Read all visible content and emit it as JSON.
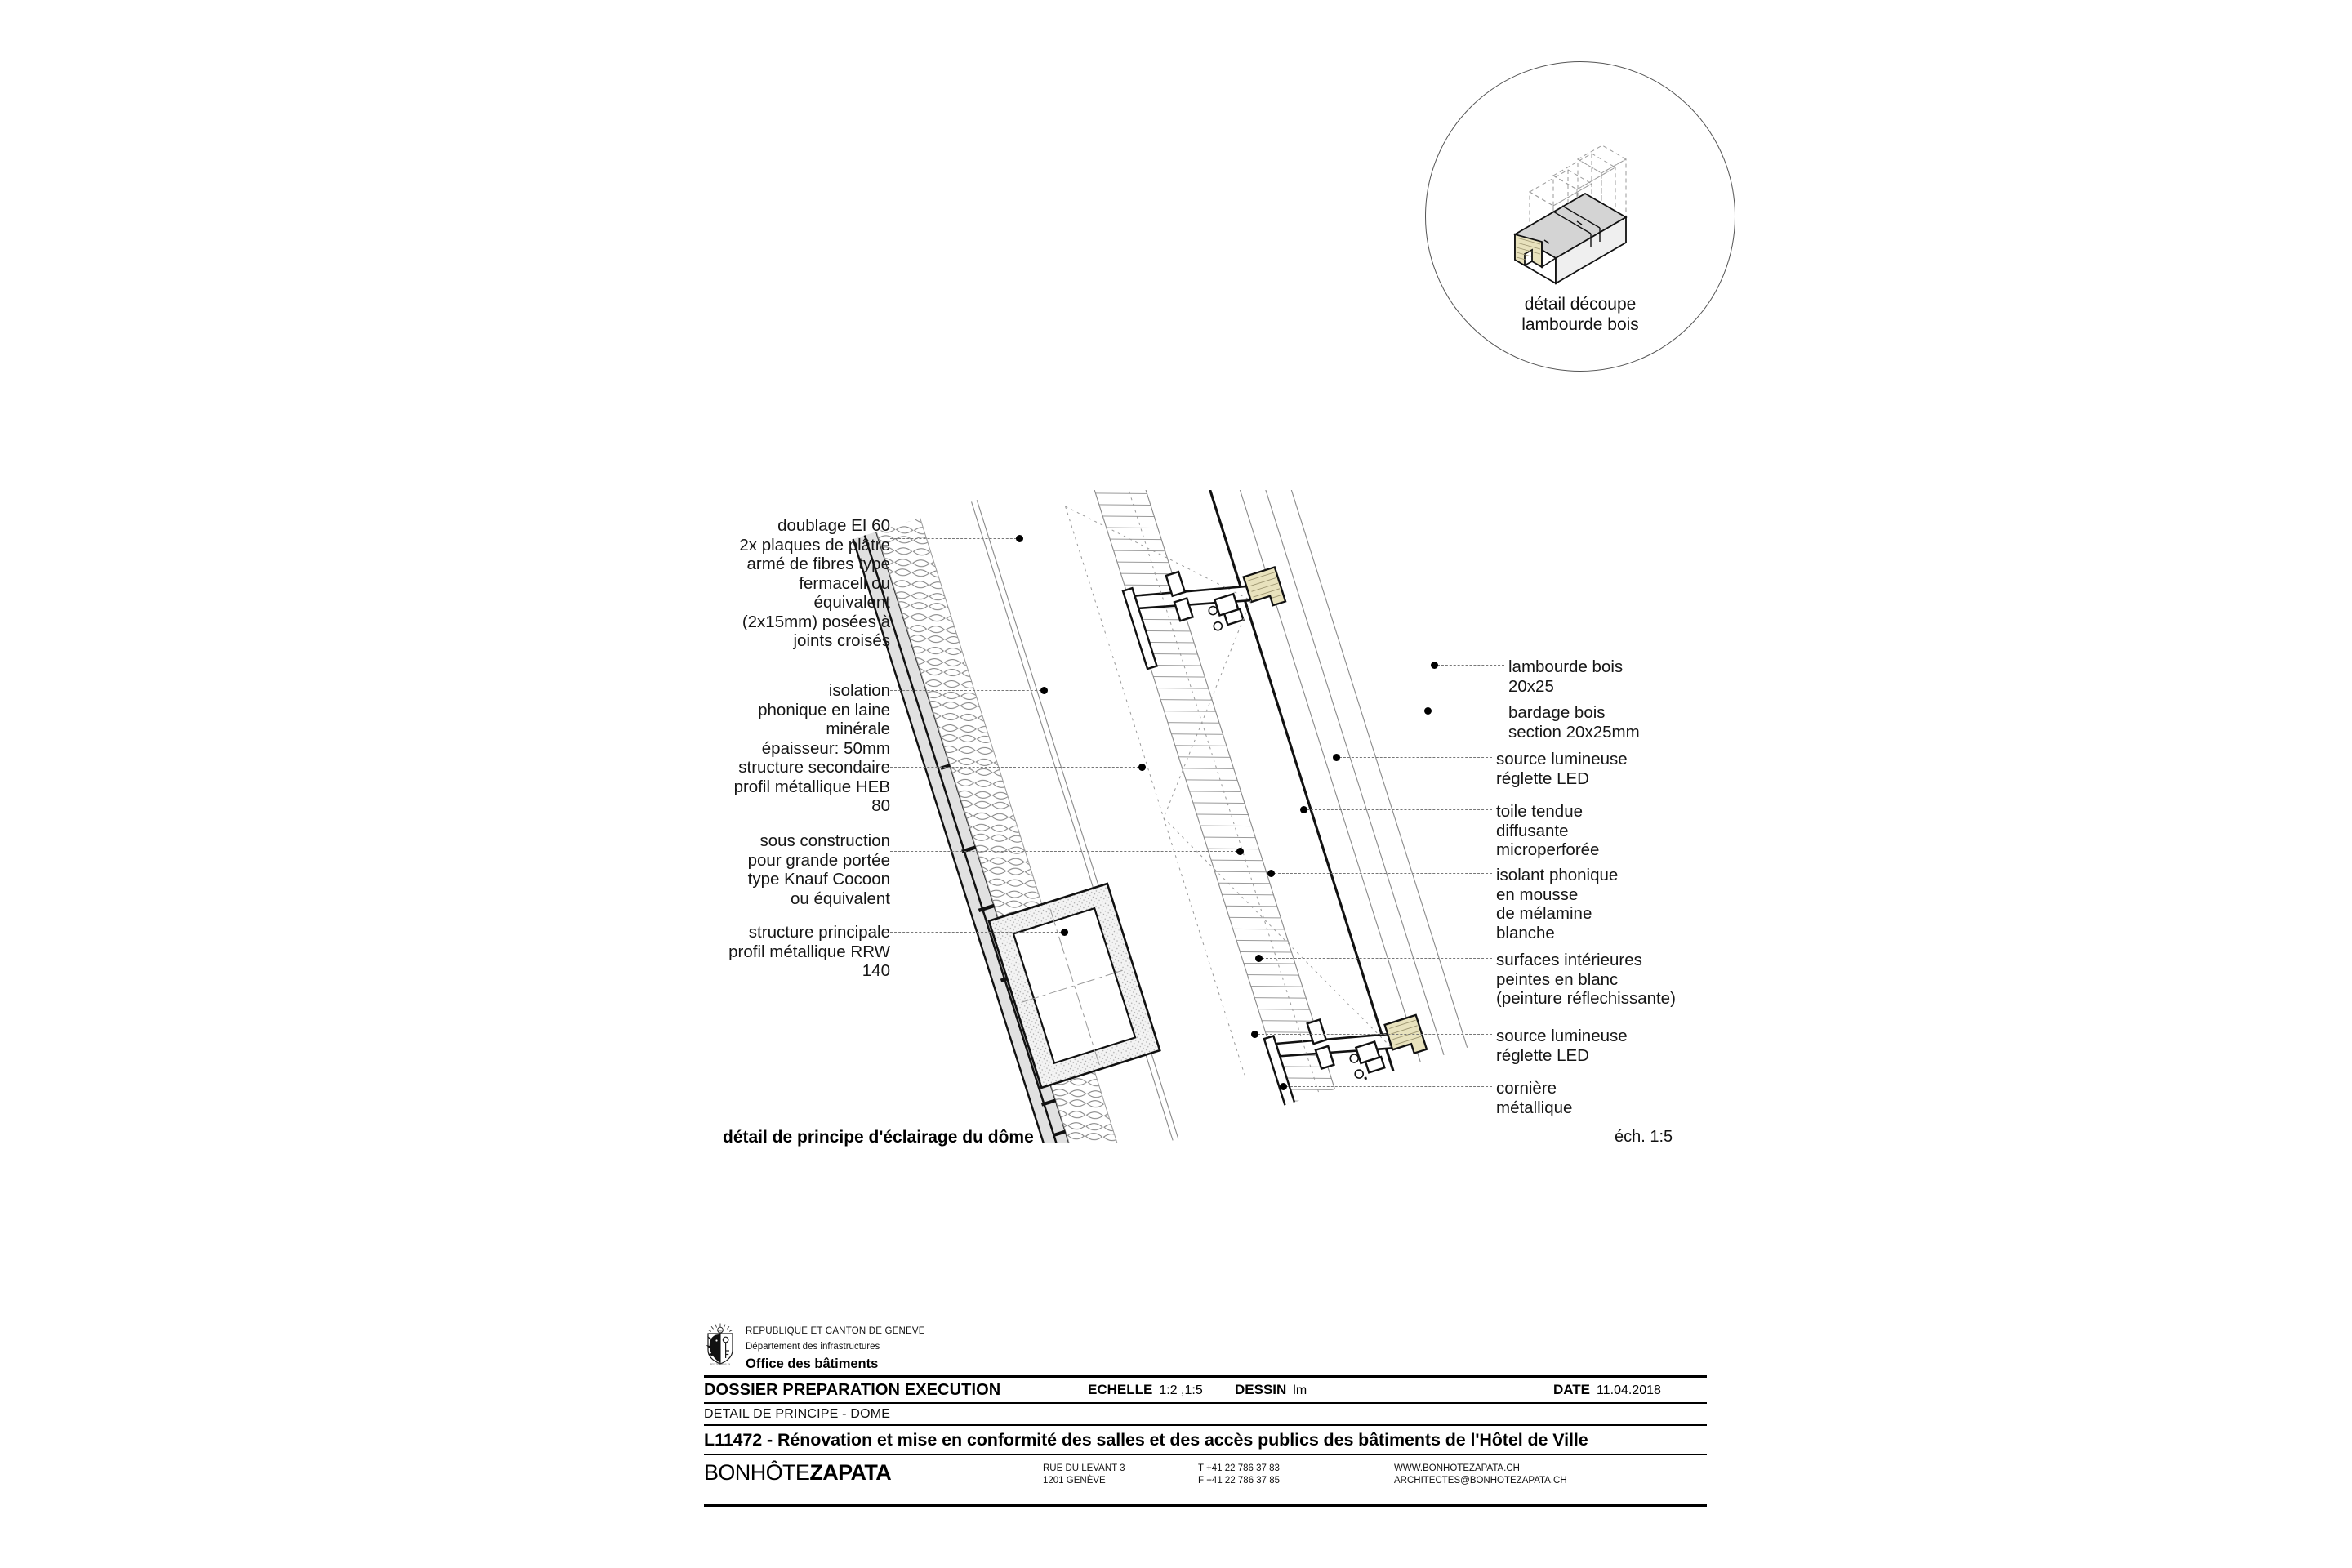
{
  "inset_detail": {
    "caption_line1": "détail découpe",
    "caption_line2": "lambourde bois"
  },
  "drawing": {
    "caption": "détail de principe d'éclairage du dôme",
    "scale_note": "éch. 1:5"
  },
  "labels_left": [
    {
      "name": "doublage",
      "text": "doublage EI 60\n2x plaques de plâtre\narmé de fibres type\nfermacell ou\néquivalent\n(2x15mm) posées à\njoints croisés"
    },
    {
      "name": "isolation",
      "text": "isolation\nphonique en laine\nminérale\népaisseur: 50mm"
    },
    {
      "name": "structure-secondaire",
      "text": "structure secondaire\nprofil métallique HEB\n80"
    },
    {
      "name": "sous-construction",
      "text": "sous construction\npour grande portée\ntype Knauf Cocoon\nou équivalent"
    },
    {
      "name": "structure-principale",
      "text": "structure principale\nprofil métallique RRW\n140"
    }
  ],
  "labels_right": [
    {
      "name": "lambourde-bois",
      "text": "lambourde bois\n20x25"
    },
    {
      "name": "bardage-bois",
      "text": "bardage bois\nsection 20x25mm"
    },
    {
      "name": "source-lumineuse-haut",
      "text": "source lumineuse\nréglette LED"
    },
    {
      "name": "toile-tendue",
      "text": "toile tendue\ndiffusante\nmicroperforée"
    },
    {
      "name": "isolant-phonique",
      "text": "isolant phonique\nen mousse\nde mélamine\nblanche"
    },
    {
      "name": "surfaces-interieures",
      "text": "surfaces intérieures\npeintes en blanc\n(peinture réflechissante)"
    },
    {
      "name": "source-lumineuse-bas",
      "text": "source lumineuse\nréglette LED"
    },
    {
      "name": "corniere-metallique",
      "text": "cornière\nmétallique"
    }
  ],
  "titleblock": {
    "authority_line1": "REPUBLIQUE ET CANTON DE GENEVE",
    "authority_line2": "Département des infrastructures",
    "authority_line3": "Office des bâtiments",
    "dossier": "DOSSIER PREPARATION EXECUTION",
    "echelle_key": "ECHELLE",
    "echelle_value": "1:2 ,1:5",
    "dessin_key": "DESSIN",
    "dessin_value": "lm",
    "date_key": "DATE",
    "date_value": "11.04.2018",
    "subtitle": "DETAIL DE PRINCIPE -  DOME",
    "project": "L11472 - Rénovation et mise en conformité des salles et des accès publics des bâtiments de l'Hôtel de Ville",
    "logo_light": "BONHÔTE",
    "logo_bold": "ZAPATA",
    "contact_address": "RUE DU LEVANT 3\n1201 GENÈVE",
    "contact_phone": "T +41 22 786 37 83\nF +41 22 786 37 85",
    "contact_web": "WWW.BONHOTEZAPATA.CH\nARCHITECTES@BONHOTEZAPATA.CH"
  },
  "colors": {
    "wood": "#e8e2bd",
    "plaster_gray": "#e3e3e3",
    "ink": "#000000",
    "leader": "#777777"
  }
}
